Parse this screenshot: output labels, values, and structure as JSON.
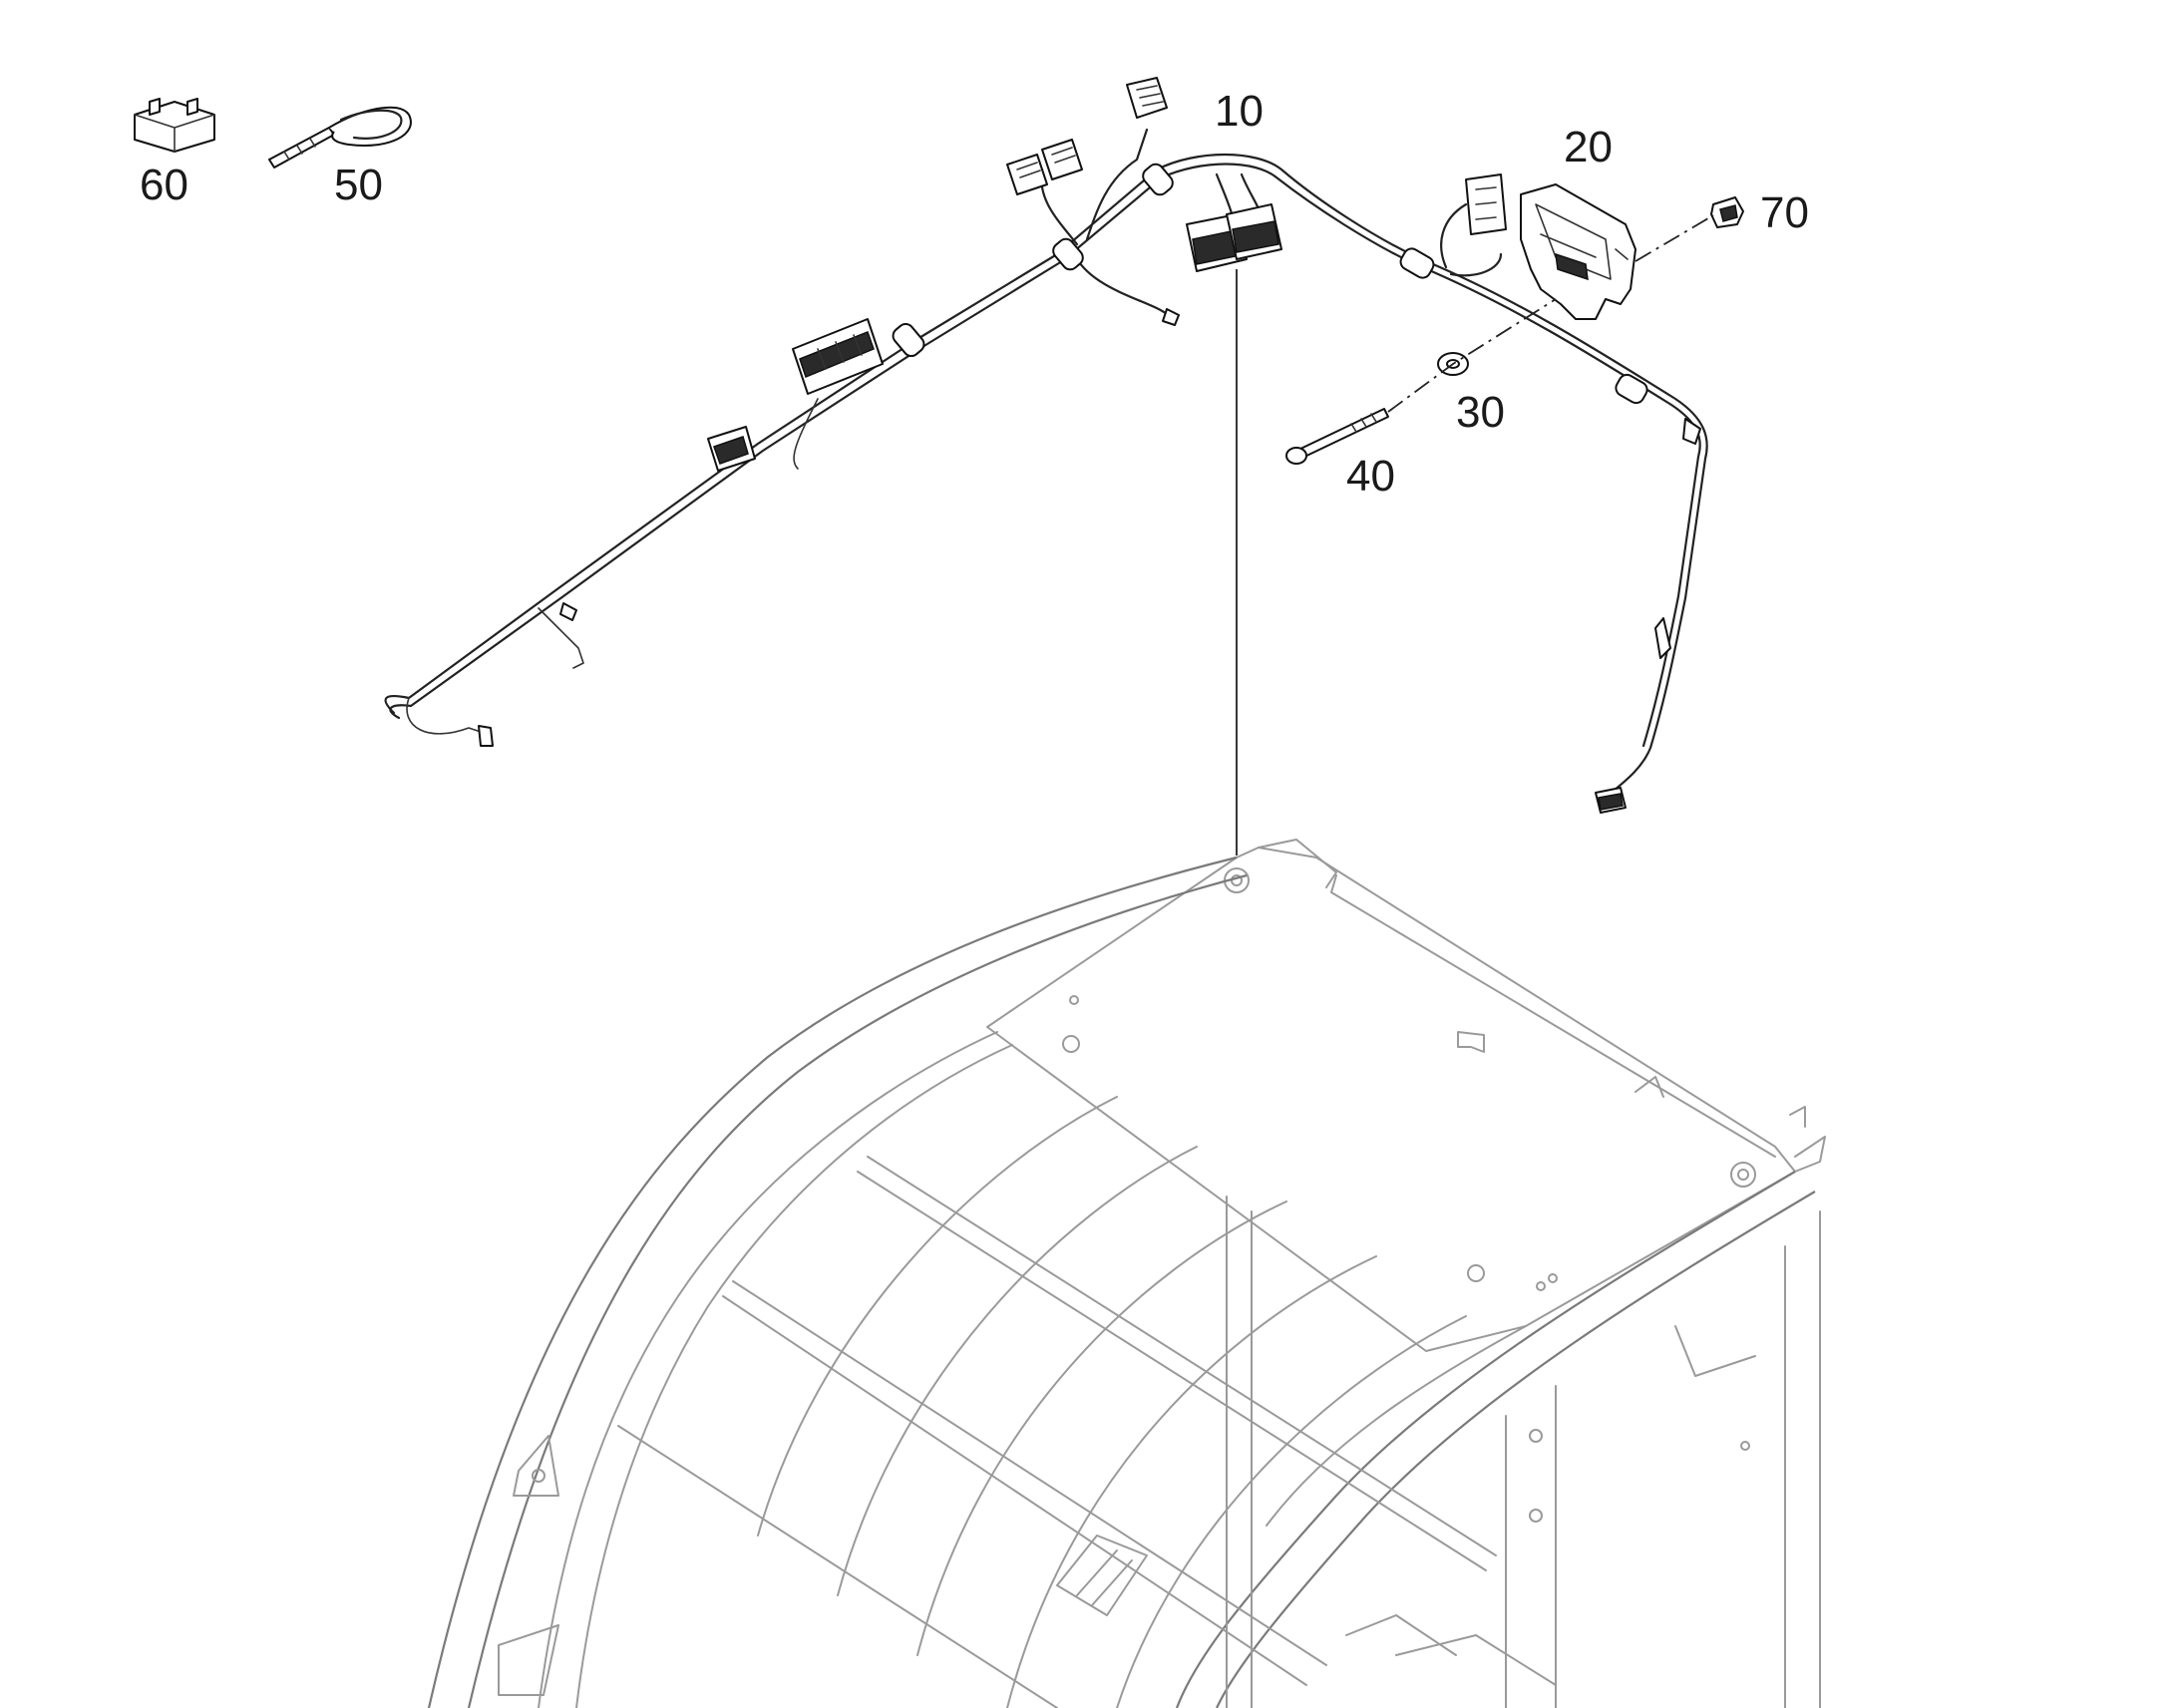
{
  "callouts": {
    "c10": "10",
    "c20": "20",
    "c30": "30",
    "c40": "40",
    "c50": "50",
    "c60": "60",
    "c70": "70"
  },
  "colors": {
    "line": "#222222",
    "frame": "#9a9a9a",
    "background": "#ffffff"
  }
}
